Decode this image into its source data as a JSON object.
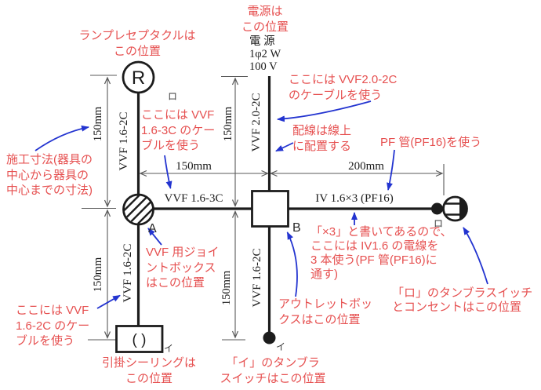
{
  "colors": {
    "annotation_red": "#e65050",
    "arrow_blue": "#2334d0",
    "diagram_black": "#1c1c1c",
    "dimension_gray": "#5a5a5a"
  },
  "source_label": "電 源\n1φ2 W\n100 V",
  "symbols": {
    "receptacle_letter": "R",
    "ceiling_glyph": "( )",
    "joint_box_label": "A",
    "outlet_box_label": "B",
    "receptacle_circuit": "ロ",
    "outlet_circuit": "ロ",
    "ceiling_circuit": "イ",
    "switch_circuit": "イ"
  },
  "cables": {
    "r_to_a": "VVF 1.6-2C",
    "a_to_ceiling": "VVF 1.6-2C",
    "power_drop": "VVF 2.0-2C",
    "a_to_b": "VVF 1.6-3C",
    "b_to_switch": "VVF 1.6-2C",
    "b_to_outlet": "IV 1.6×3 (PF16)"
  },
  "dimensions": {
    "r_to_a": "150mm",
    "a_to_ceiling": "150mm",
    "power_to_b": "150mm",
    "b_to_switch": "150mm",
    "a_to_b_h": "150mm",
    "b_to_outlet_h": "200mm"
  },
  "annotations": {
    "lamp": "ランプレセプタクルは\nこの位置",
    "power": "電源は\nこの位置",
    "vvf2020": "ここには VVF2.0-2C\nのケーブルを使う",
    "online": "配線は線上\nに配置する",
    "pf": "PF 管(PF16)を使う",
    "vvf163": "ここには VVF\n1.6-3C のケー\nブルを使う",
    "dims_note": "施工寸法(器具の\n中心から器具の\n中心までの寸法)",
    "jointbox": "VVF 用ジョイ\nントボックス\nはこの位置",
    "vvf162": "ここには VVF\n1.6-2C のケー\nブルを使う",
    "ceiling": "引掛シーリングは\nこの位置",
    "sw_i": "「イ」のタンブラ\nスイッチはこの位置",
    "outletbox": "アウトレットボッ\nクスはこの位置",
    "x3": "「×3」と書いてあるので、\nここには IV1.6 の電線を\n3 本使う(PF 管(PF16)に\n通す)",
    "sw_ro": "「ロ」のタンブラスイッチ\nとコンセントはこの位置"
  }
}
